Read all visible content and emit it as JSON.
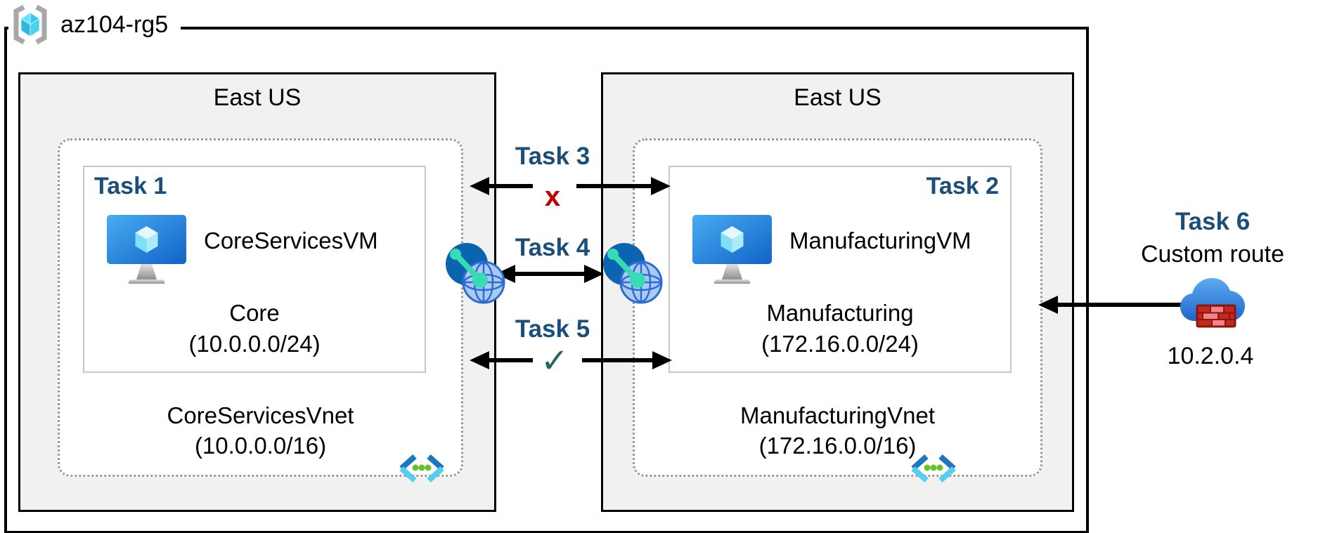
{
  "resource_group": {
    "label": "az104-rg5"
  },
  "regions": [
    {
      "name": "East US",
      "vnet": {
        "name": "CoreServicesVnet",
        "cidr": "(10.0.0.0/16)",
        "subnet": {
          "task": "Task 1",
          "vm": "CoreServicesVM",
          "name": "Core",
          "cidr": "(10.0.0.0/24)"
        }
      }
    },
    {
      "name": "East US",
      "vnet": {
        "name": "ManufacturingVnet",
        "cidr": "(172.16.0.0/16)",
        "subnet": {
          "task": "Task 2",
          "vm": "ManufacturingVM",
          "name": "Manufacturing",
          "cidr": "(172.16.0.0/24)"
        }
      }
    }
  ],
  "connections": {
    "task3": {
      "label": "Task 3",
      "status": "x"
    },
    "task4": {
      "label": "Task 4"
    },
    "task5": {
      "label": "Task 5",
      "status": "✓"
    }
  },
  "custom_route": {
    "label": "Task 6",
    "title": "Custom route",
    "ip": "10.2.0.4"
  },
  "icons": {
    "resource_group": "resource-group-brackets-cube",
    "vm": "azure-virtual-machine-monitor",
    "vnet": "virtual-network-chevrons-dots",
    "peering": "vnet-peering-globe",
    "custom_route": "firewall-cloud-nva"
  },
  "colors": {
    "task_label": "#1B4E79",
    "blocked_x": "#C00000",
    "allowed_check": "#1F6A58",
    "region_fill": "#F1F1F2",
    "arrow": "#000000",
    "vnet_dot_border": "#9A9A9A",
    "peering_teal": "#38DCB4",
    "vnet_green_dots": "#6CBE2C"
  }
}
